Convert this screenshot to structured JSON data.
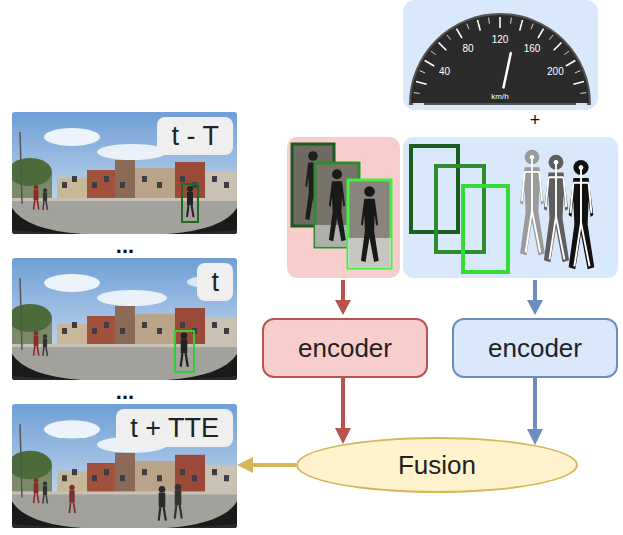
{
  "diagram": {
    "nodes": [
      {
        "text": [
          "t - T"
        ]
      },
      {
        "text": [
          "t"
        ]
      },
      {
        "text": [
          "t + TTE"
        ]
      },
      {
        "text": [
          "40",
          "80",
          "120",
          "160",
          "200",
          "km/h"
        ]
      },
      {
        "text": [
          "encoder"
        ]
      },
      {
        "text": [
          "encoder"
        ]
      },
      {
        "text": [
          "Fusion"
        ]
      }
    ],
    "edges": [
      {
        "from": 4,
        "to": 6,
        "arrow": "to"
      },
      {
        "from": 5,
        "to": 6,
        "arrow": "to"
      },
      {
        "from": 6,
        "to": 2,
        "arrow": "to"
      }
    ],
    "labels": [
      "...",
      "...",
      "+"
    ]
  }
}
